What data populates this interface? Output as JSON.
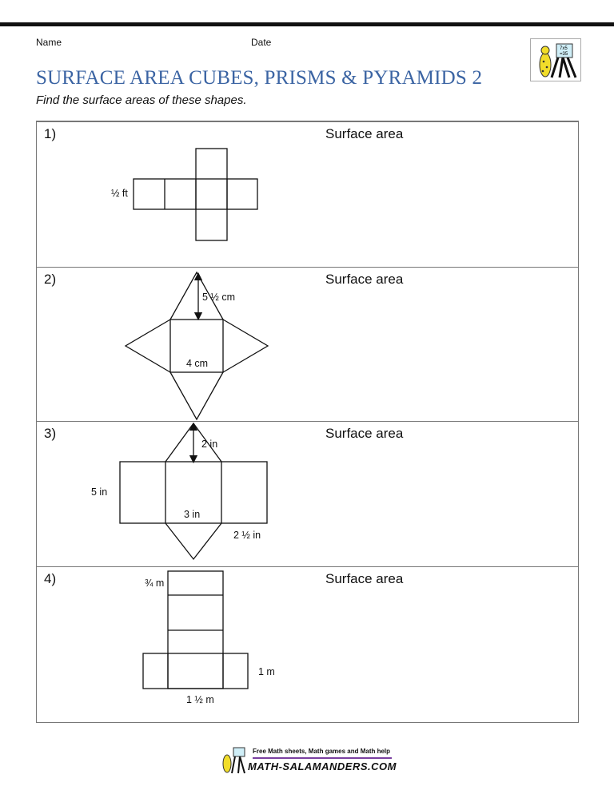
{
  "header": {
    "name_label": "Name",
    "date_label": "Date",
    "title": "SURFACE AREA CUBES, PRISMS & PYRAMIDS 2",
    "instruction": "Find the surface areas of these shapes.",
    "title_color": "#3b64a3"
  },
  "questions": [
    {
      "number": "1)",
      "answer_label": "Surface area",
      "shape": "cube net",
      "labels": [
        "½ ft"
      ]
    },
    {
      "number": "2)",
      "answer_label": "Surface area",
      "shape": "square pyramid net",
      "labels": [
        "5 ½ cm",
        "4 cm"
      ]
    },
    {
      "number": "3)",
      "answer_label": "Surface area",
      "shape": "triangular prism net",
      "labels": [
        "2 in",
        "5 in",
        "3 in",
        "2 ½ in"
      ]
    },
    {
      "number": "4)",
      "answer_label": "Surface area",
      "shape": "rectangular prism net",
      "labels": [
        "¾ m",
        "1 m",
        "1 ½ m"
      ]
    }
  ],
  "footer": {
    "tagline": "Free Math sheets, Math games and Math help",
    "brand": "MATH-SALAMANDERS.COM"
  },
  "logo": {
    "board_text": [
      "7x5",
      "=35"
    ]
  }
}
